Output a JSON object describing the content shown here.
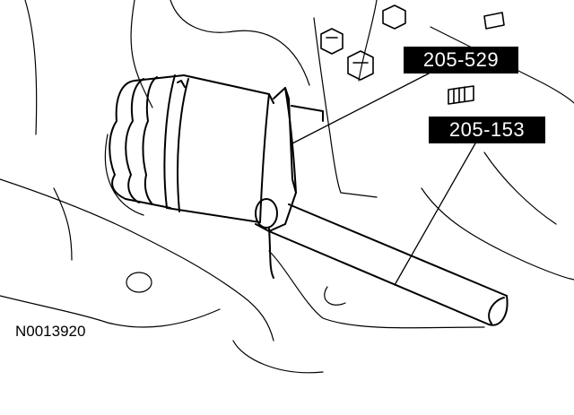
{
  "callouts": [
    {
      "id": "callout-1",
      "text": "205-529"
    },
    {
      "id": "callout-2",
      "text": "205-153"
    }
  ],
  "figure_id": "N0013920",
  "colors": {
    "ink": "#000000",
    "paper": "#ffffff",
    "label_bg": "#000000",
    "label_text": "#ffffff"
  }
}
